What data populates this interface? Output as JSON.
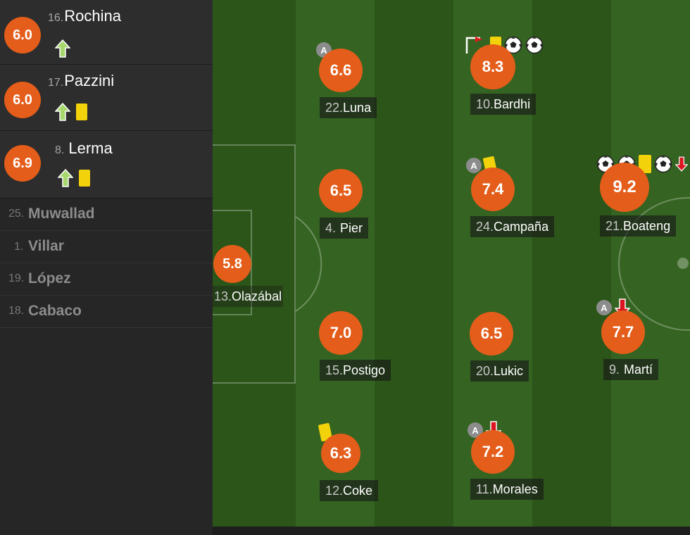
{
  "substitutes": [
    {
      "rating": "6.0",
      "number": "16.",
      "name": "Rochina",
      "events": [
        "sub-in-arrow"
      ]
    },
    {
      "rating": "6.0",
      "number": "17.",
      "name": "Pazzini",
      "events": [
        "sub-in-arrow",
        "yellow-card"
      ]
    },
    {
      "rating": "6.9",
      "number": "8.",
      "name": "Lerma",
      "events": [
        "sub-in-arrow",
        "yellow-card"
      ]
    }
  ],
  "bench": [
    {
      "number": "25.",
      "name": "Muwallad"
    },
    {
      "number": "1.",
      "name": "Villar"
    },
    {
      "number": "19.",
      "name": "López"
    },
    {
      "number": "18.",
      "name": "Cabaco"
    }
  ],
  "players": {
    "olazabal": {
      "rating": "5.8",
      "number": "13.",
      "name": "Olazábal",
      "events": []
    },
    "luna": {
      "rating": "6.6",
      "number": "22.",
      "name": "Luna",
      "events": [
        "captain"
      ]
    },
    "pier": {
      "rating": "6.5",
      "number": "4.",
      "name": "Pier",
      "events": []
    },
    "postigo": {
      "rating": "7.0",
      "number": "15.",
      "name": "Postigo",
      "events": []
    },
    "coke": {
      "rating": "6.3",
      "number": "12.",
      "name": "Coke",
      "events": [
        "yellow-card"
      ]
    },
    "bardhi": {
      "rating": "8.3",
      "number": "10.",
      "name": "Bardhi",
      "events": [
        "corner-flag",
        "yellow-card",
        "goal",
        "goal"
      ]
    },
    "campana": {
      "rating": "7.4",
      "number": "24.",
      "name": "Campaña",
      "events": [
        "captain",
        "yellow-card"
      ]
    },
    "lukic": {
      "rating": "6.5",
      "number": "20.",
      "name": "Lukic",
      "events": []
    },
    "morales": {
      "rating": "7.2",
      "number": "11.",
      "name": "Morales",
      "events": [
        "captain",
        "sub-out-arrow"
      ]
    },
    "boateng": {
      "rating": "9.2",
      "number": "21.",
      "name": "Boateng",
      "events": [
        "goal",
        "goal",
        "yellow-card",
        "goal",
        "sub-out-arrow"
      ]
    },
    "marti": {
      "rating": "7.7",
      "number": "9.",
      "name": "Martí",
      "events": [
        "captain",
        "sub-out-arrow"
      ]
    }
  },
  "captain_letter": "A",
  "colors": {
    "rating_badge": "#e45d1a",
    "yellow_card": "#f2d20a",
    "sub_in_arrow": "#a6d86e",
    "sub_out_arrow": "#d9161f",
    "captain_badge": "#8c8c8c"
  }
}
